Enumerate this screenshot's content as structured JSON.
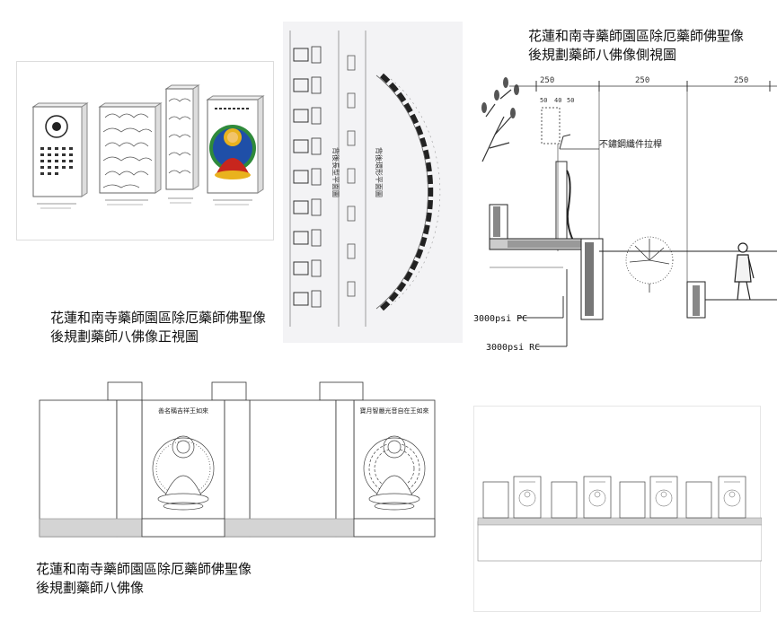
{
  "captions": {
    "front_view": "花蓮和南寺藥師園區除厄藥師佛聖像\n後規劃藥師八佛像正視圖",
    "side_view": "花蓮和南寺藥師園區除厄藥師佛聖像\n後規劃藥師八佛像側視圖",
    "elevation": "花蓮和南寺藥師園區除厄藥師佛聖像\n後規劃藥師八佛像"
  },
  "plan_labels": {
    "top": "背後長型平面圖",
    "arc": "背後環形平面圖"
  },
  "side_section": {
    "dim_left": "250",
    "dim_mid": "250",
    "dim_right": "250",
    "dim_small_a": "50",
    "dim_small_b": "40",
    "dim_small_c": "50",
    "railing_note": "不鏽鋼纖件拉桿",
    "pc_label": "3000psi  PC",
    "rc_label": "3000psi  RC"
  },
  "front_panel": {
    "left_buddha_title": "善名稱吉祥王如來",
    "right_buddha_title": "寶月智嚴光音自在王如來"
  },
  "colors": {
    "line": "#333333",
    "plinth": "#d4d4d4",
    "robe_red": "#c8261d",
    "halo_blue": "#1f4fa8",
    "halo_green": "#2f8a3b",
    "gold": "#e9b21e"
  }
}
